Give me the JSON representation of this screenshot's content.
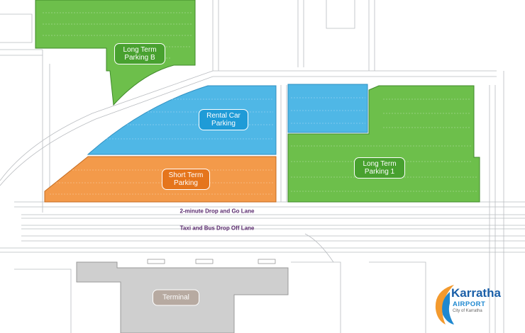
{
  "colors": {
    "long_term": "#6dbf4b",
    "long_term_label": "#48a12f",
    "rental": "#4fb7e6",
    "rental_label": "#1f9bd7",
    "short_term": "#f39a4a",
    "short_term_label": "#e5751c",
    "terminal": "#cfcfcf",
    "terminal_label": "#b7aaa1",
    "lane_text": "#5a2a6e",
    "road_line": "#b9bcc0"
  },
  "zones": {
    "long_term_b": "Long Term\nParking B",
    "rental_car": "Rental Car\nParking",
    "short_term": "Short Term\nParking",
    "long_term_1": "Long Term\nParking 1"
  },
  "lanes": {
    "drop_and_go": "2-minute Drop and Go Lane",
    "taxi_bus": "Taxi and Bus Drop Off Lane"
  },
  "terminal": {
    "label": "Terminal"
  },
  "logo": {
    "name": "Karratha",
    "sub": "AIRPORT",
    "tagline": "City of Karratha"
  }
}
